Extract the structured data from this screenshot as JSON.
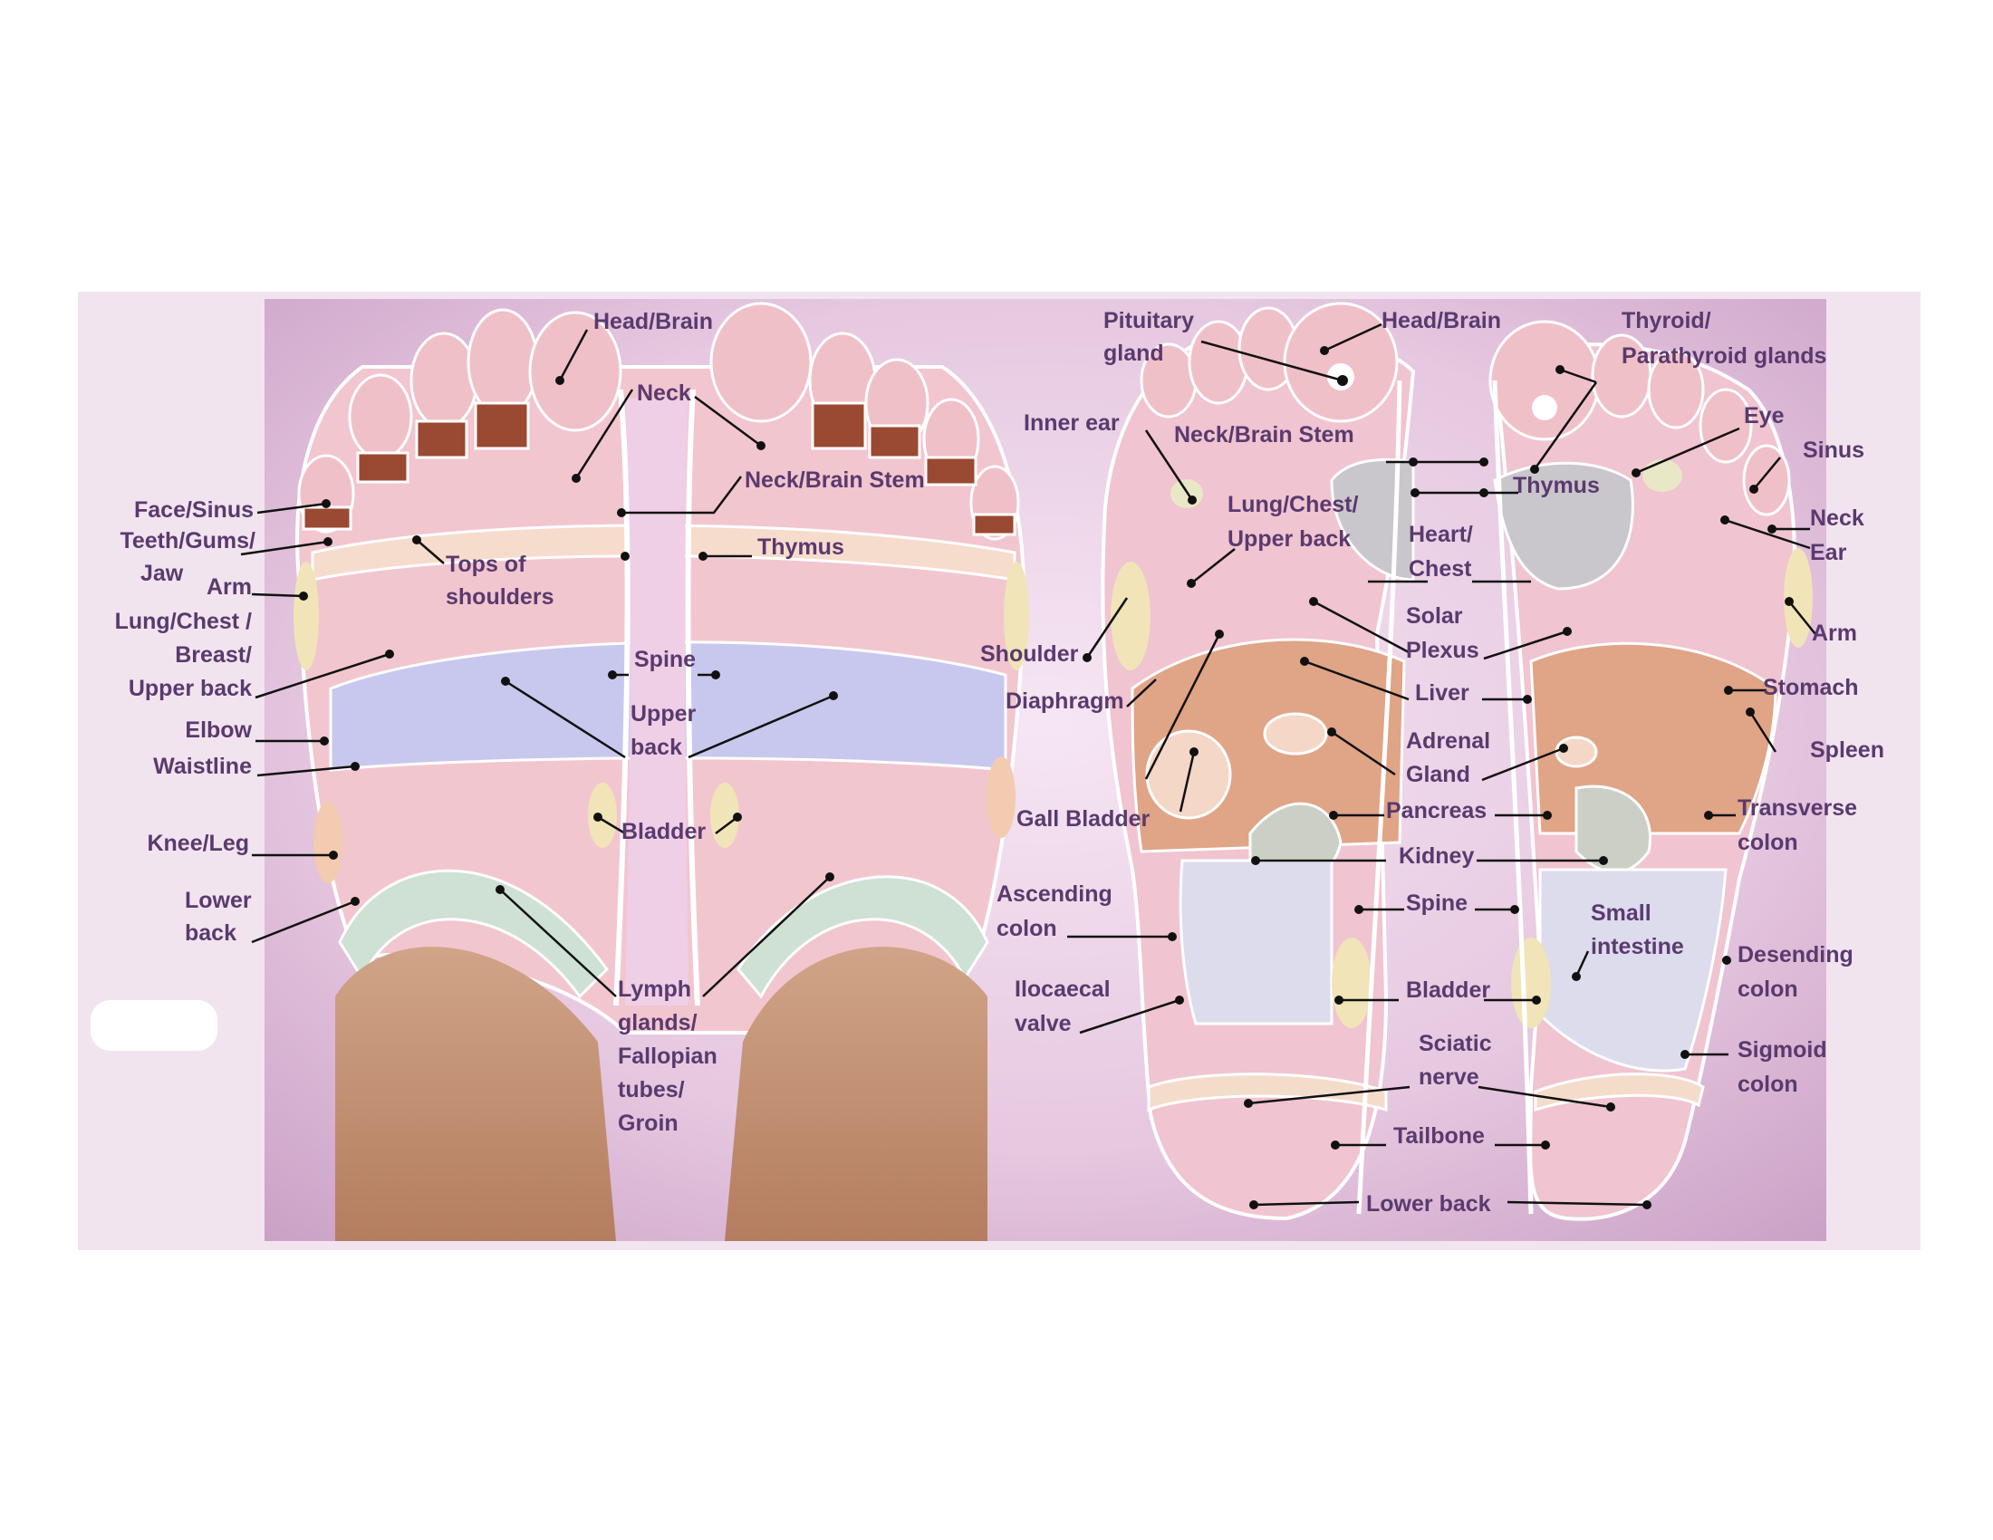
{
  "labels": {
    "face_sinus": "Face/Sinus",
    "teeth_gums": "Teeth/Gums/",
    "jaw": "Jaw",
    "arm_left": "Arm",
    "lung_chest_l1": "Lung/Chest /",
    "lung_chest_l2": "Breast/",
    "lung_chest_l3": "Upper back",
    "elbow": "Elbow",
    "waistline": "Waistline",
    "knee_leg": "Knee/Leg",
    "lower_back_l1": "Lower",
    "lower_back_l2": "back",
    "head_brain_left": "Head/Brain",
    "neck_top": "Neck",
    "neck_brain_stem_left": "Neck/Brain Stem",
    "thymus_left": "Thymus",
    "tops_of_shoulders_1": "Tops of",
    "tops_of_shoulders_2": "shoulders",
    "spine_left": "Spine",
    "upper_back_1": "Upper",
    "upper_back_2": "back",
    "bladder_left": "Bladder",
    "lymph_1": "Lymph",
    "lymph_2": "glands/",
    "lymph_3": "Fallopian",
    "lymph_4": "tubes/",
    "lymph_5": "Groin",
    "pituitary_1": "Pituitary",
    "pituitary_2": "gland",
    "head_brain_right": "Head/Brain",
    "thyroid_1": "Thyroid/",
    "thyroid_2": "Parathyroid glands",
    "inner_ear": "Inner ear",
    "neck_brain_stem_right": "Neck/Brain Stem",
    "eye": "Eye",
    "sinus": "Sinus",
    "thymus_right": "Thymus",
    "neck_right": "Neck",
    "ear": "Ear",
    "lung_upper_1": "Lung/Chest/",
    "lung_upper_2": "Upper back",
    "heart_1": "Heart/",
    "heart_2": "Chest",
    "arm_right": "Arm",
    "solar_1": "Solar",
    "solar_2": "Plexus",
    "shoulder": "Shoulder",
    "diaphragm": "Diaphragm",
    "liver": "Liver",
    "stomach": "Stomach",
    "adrenal_1": "Adrenal",
    "adrenal_2": "Gland",
    "spleen": "Spleen",
    "gall_bladder": "Gall Bladder",
    "pancreas": "Pancreas",
    "transverse_1": "Transverse",
    "transverse_2": "colon",
    "kidney": "Kidney",
    "ascending_1": "Ascending",
    "ascending_2": "colon",
    "spine_right": "Spine",
    "small_1": "Small",
    "small_2": "intestine",
    "desending_1": "Desending",
    "desending_2": "colon",
    "ilocaecal_1": "Ilocaecal",
    "ilocaecal_2": "valve",
    "bladder_right": "Bladder",
    "sciatic_1": "Sciatic",
    "sciatic_2": "nerve",
    "sigmoid_1": "Sigmoid",
    "sigmoid_2": "colon",
    "tailbone": "Tailbone",
    "lower_back_right": "Lower back"
  },
  "colors": {
    "label": "#5a3a6e",
    "background": "#e6c6e0",
    "zone_pink": "#f0b8c4",
    "zone_blue": "#c6c6ec",
    "zone_green": "#cfe0d4",
    "zone_yellow": "#f0e4b8",
    "zone_tan": "#e0a487",
    "toe_band": "#9a4a32",
    "skin": "#c99a7a"
  }
}
